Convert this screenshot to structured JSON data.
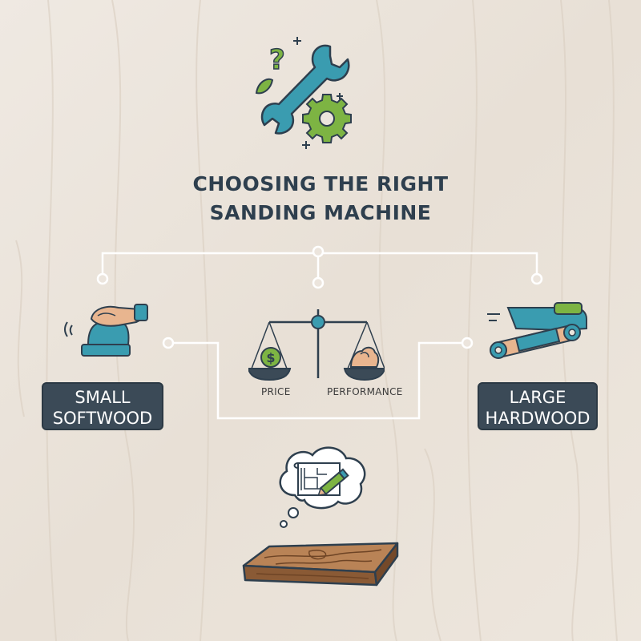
{
  "title": {
    "line1": "CHOOSING THE RIGHT",
    "line2": "SANDING MACHINE"
  },
  "left_option": {
    "label_line1": "SMALL",
    "label_line2": "SOFTWOOD",
    "icon": "orbital-sander-icon"
  },
  "right_option": {
    "label_line1": "LARGE",
    "label_line2": "HARDWOOD",
    "icon": "belt-sander-icon"
  },
  "balance": {
    "left_label": "PRICE",
    "right_label": "PERFORMANCE",
    "left_symbol": "$",
    "icon": "balance-scale-icon"
  },
  "bottom": {
    "thought_icon": "blueprint-thought-icon",
    "board_icon": "wood-plank-icon"
  },
  "colors": {
    "teal": "#3a9cb0",
    "green": "#7db443",
    "navy": "#2e3f4e",
    "label_bg": "#3b4a57",
    "wood": "#a9744a",
    "background": "#ece5dd"
  }
}
